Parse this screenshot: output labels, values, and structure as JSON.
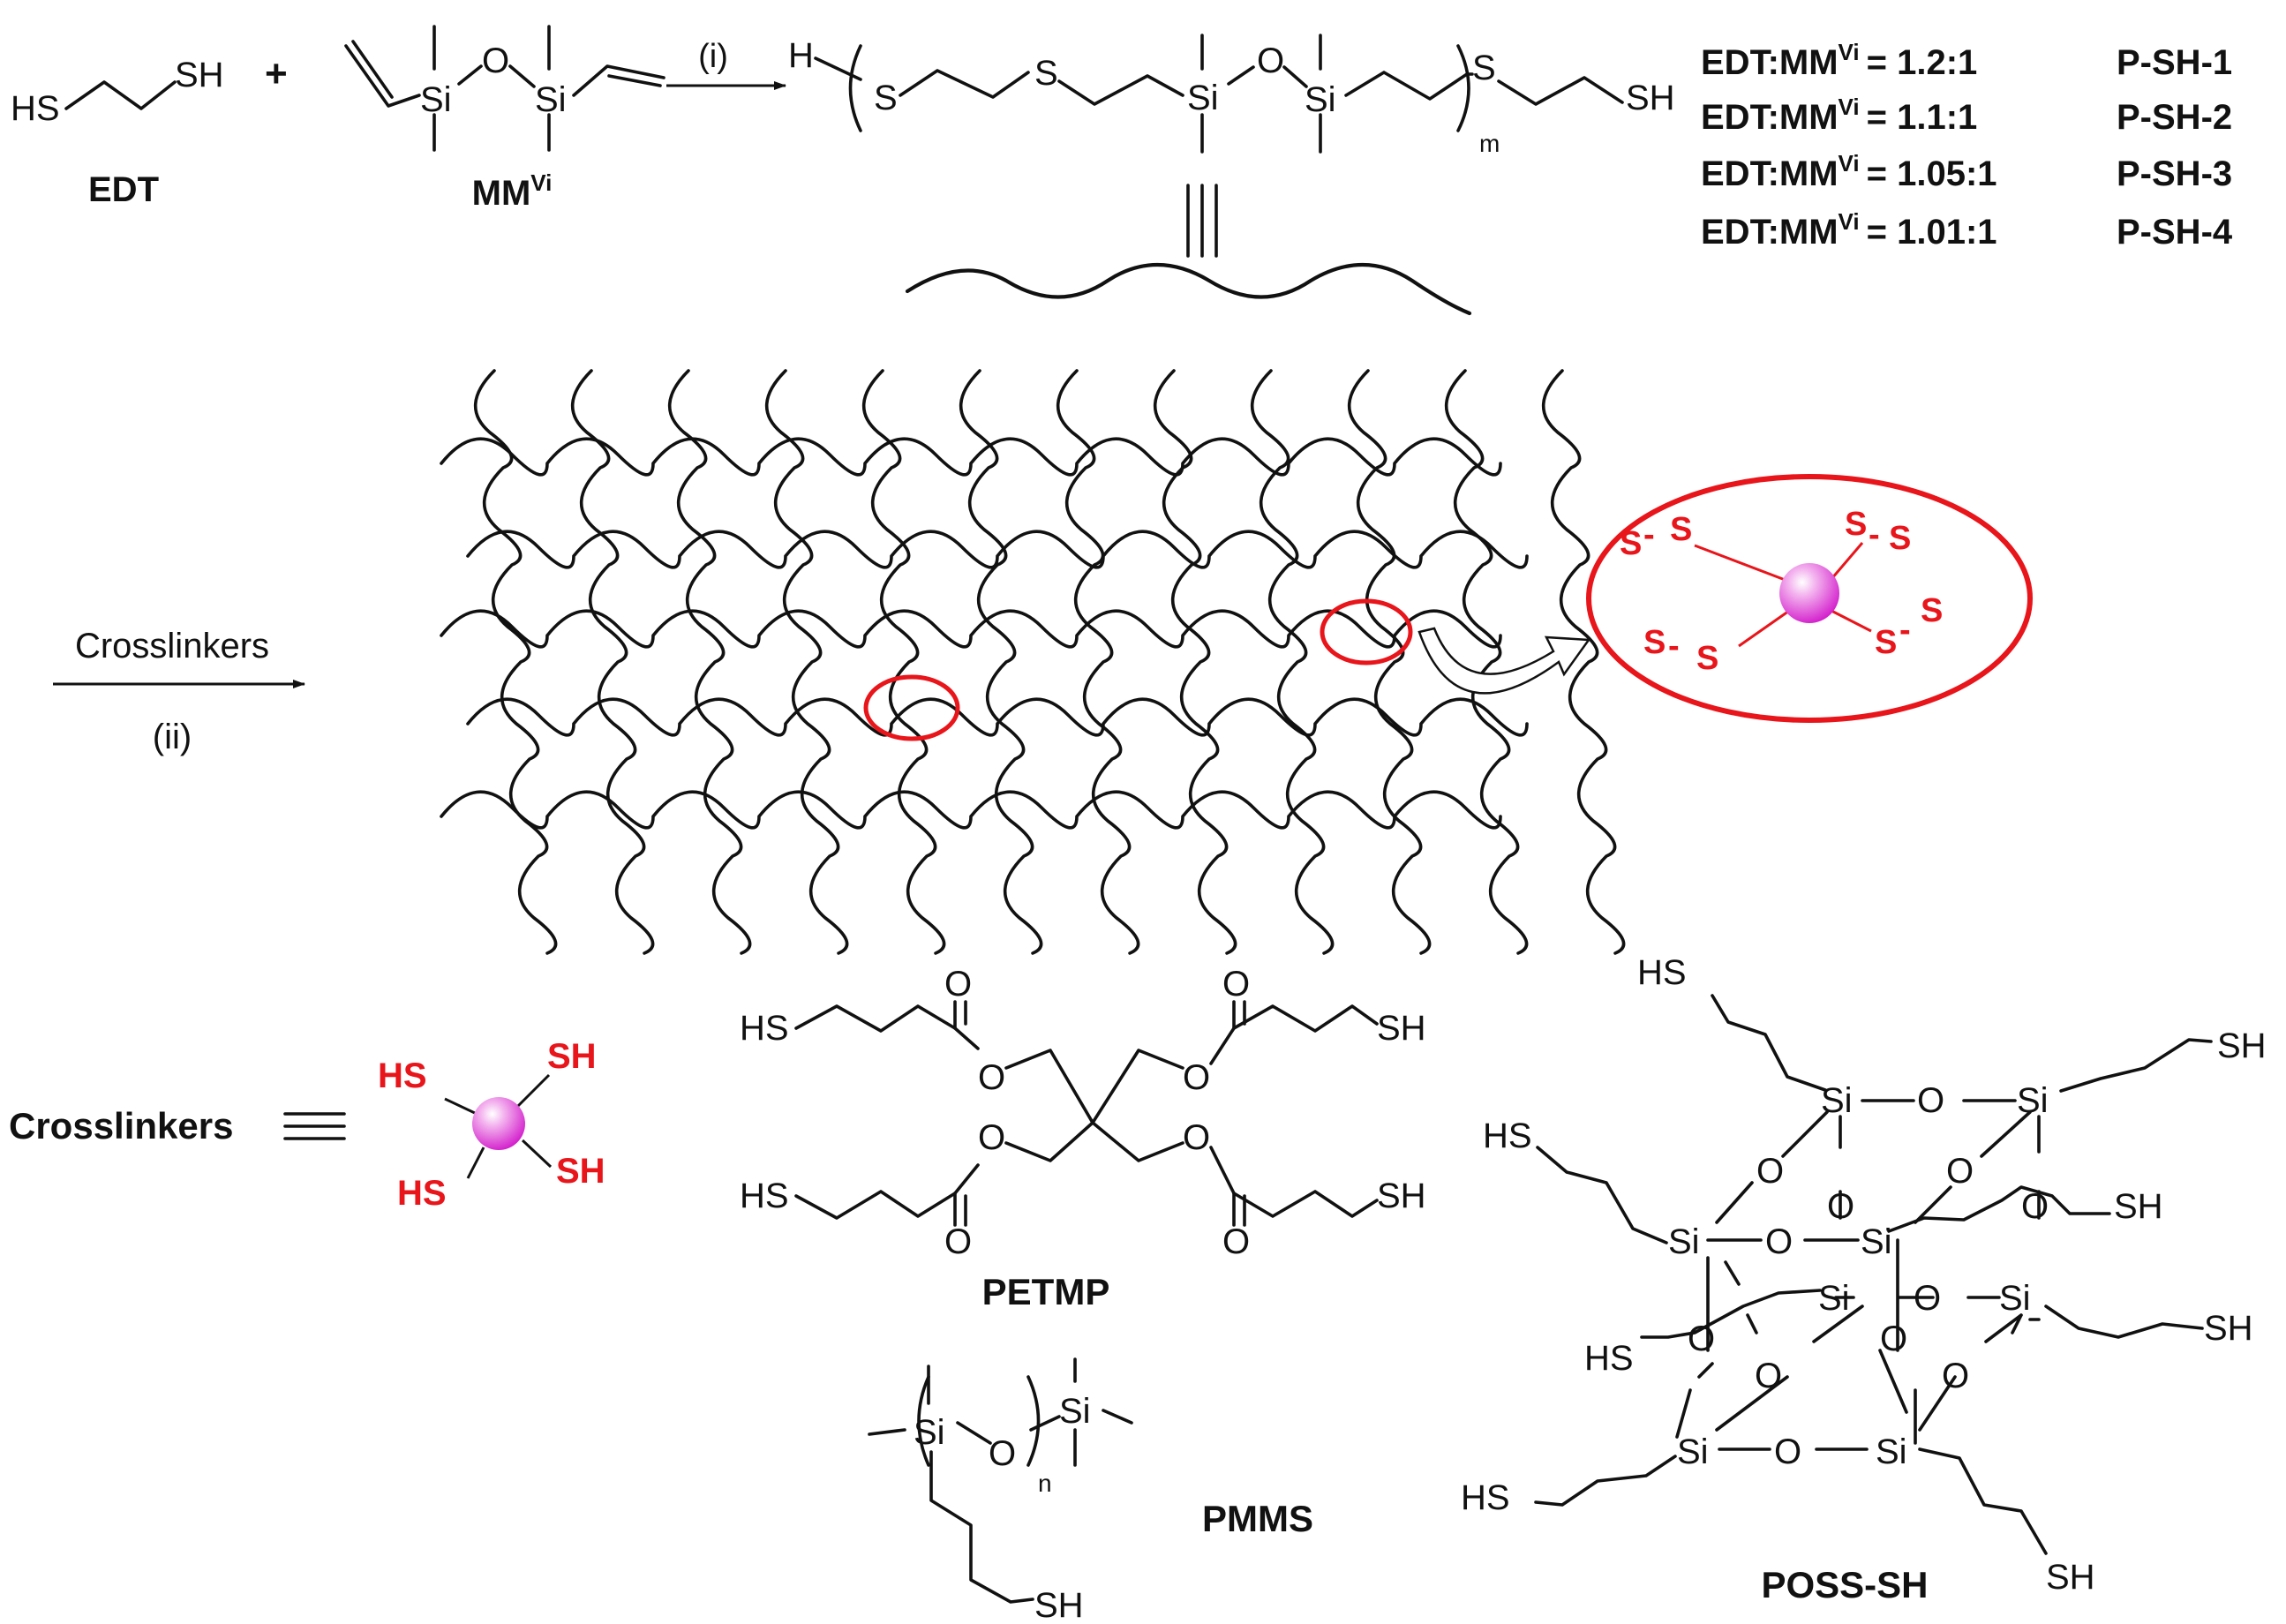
{
  "reaction": {
    "edt": {
      "left": "HS",
      "right": "SH",
      "plus": "+",
      "label": "EDT"
    },
    "mm": {
      "si": "Si",
      "o": "O",
      "label": "MM",
      "label_sup": "Vi"
    },
    "step1": "(i)",
    "polymer": {
      "h": "H",
      "s": "S",
      "si": "Si",
      "o": "O",
      "end": "SH",
      "sub": "m"
    }
  },
  "ratios": [
    {
      "ratio": "EDT:MM",
      "sup": "Vi",
      "value": "= 1.2:1",
      "product": "P-SH-1"
    },
    {
      "ratio": "EDT:MM",
      "sup": "Vi",
      "value": "= 1.1:1",
      "product": "P-SH-2"
    },
    {
      "ratio": "EDT:MM",
      "sup": "Vi",
      "value": "= 1.05:1",
      "product": "P-SH-3"
    },
    {
      "ratio": "EDT:MM",
      "sup": "Vi",
      "value": "= 1.01:1",
      "product": "P-SH-4"
    }
  ],
  "step2": {
    "label": "Crosslinkers",
    "sub": "(ii)"
  },
  "inset": {
    "s": "S",
    "dash": "-"
  },
  "crosslinkers": {
    "label": "Crosslinkers",
    "hs": "HS",
    "sh": "SH",
    "petmp": {
      "label": "PETMP",
      "hs": "HS",
      "sh": "SH",
      "o": "O"
    },
    "pmms": {
      "label": "PMMS",
      "si": "Si",
      "o": "O",
      "sh": "SH",
      "sub": "n"
    },
    "poss": {
      "label": "POSS-SH",
      "si": "Si",
      "o": "O",
      "hs": "HS",
      "sh": "SH"
    }
  },
  "colors": {
    "line": "#111111",
    "highlight": "#e8151b",
    "bead": "#e040d8"
  }
}
